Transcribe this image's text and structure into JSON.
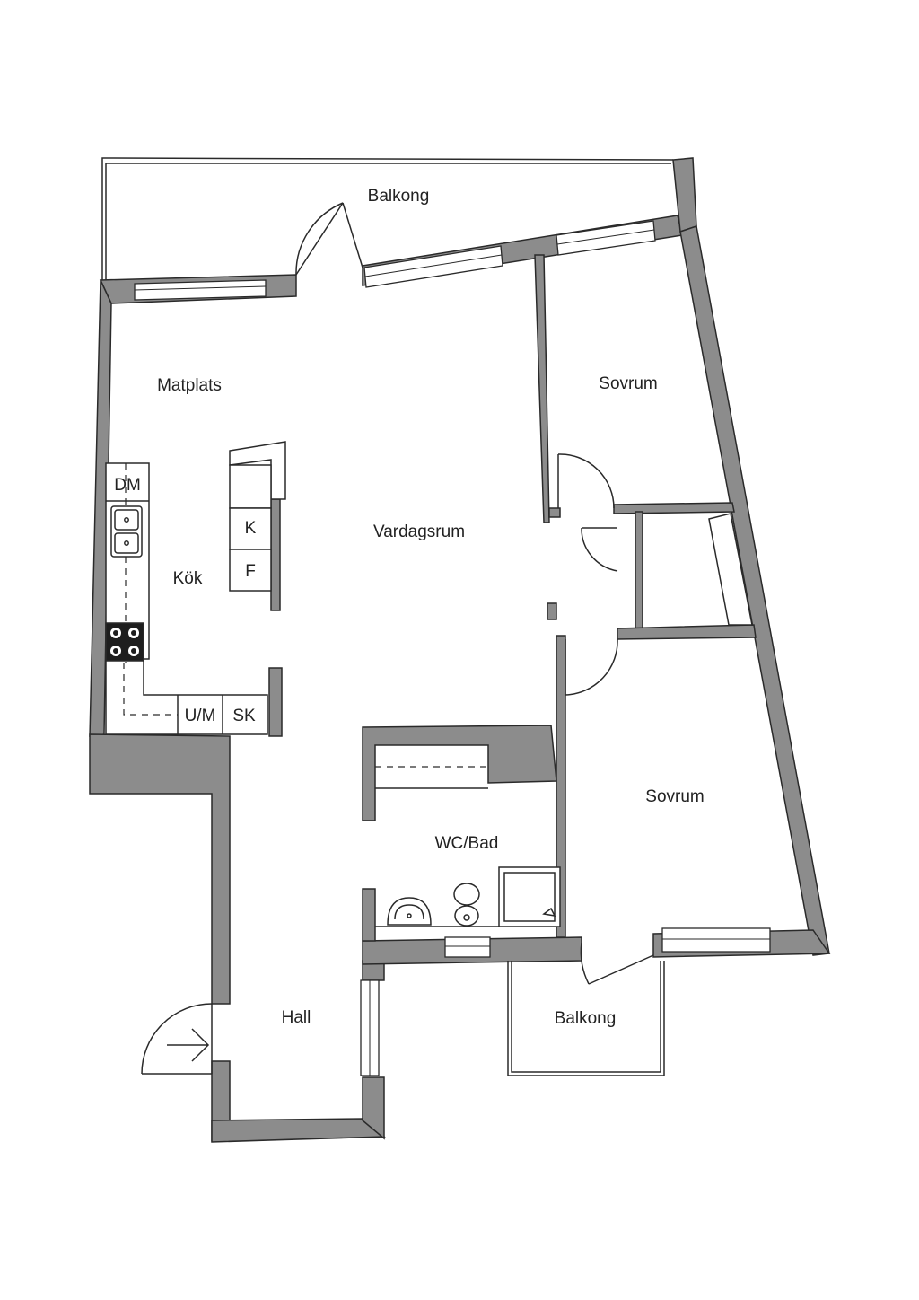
{
  "rooms": {
    "balkong_top": "Balkong",
    "matplats": "Matplats",
    "sovrum_top": "Sovrum",
    "vardagsrum": "Vardagsrum",
    "kok": "Kök",
    "sovrum_bottom": "Sovrum",
    "wc_bad": "WC/Bad",
    "hall": "Hall",
    "balkong_bottom": "Balkong"
  },
  "fixtures": {
    "dm": "DM",
    "k": "K",
    "f": "F",
    "um": "U/M",
    "sk": "SK"
  },
  "colors": {
    "wall": "#8c8c8c",
    "line": "#2a2a2a",
    "background": "#ffffff"
  }
}
